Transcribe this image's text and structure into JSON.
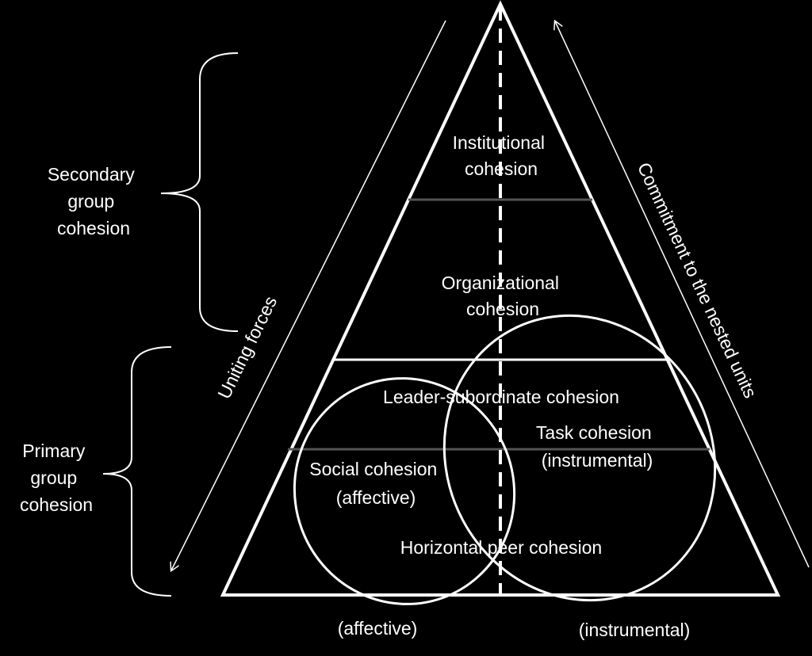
{
  "colors": {
    "background": "#000000",
    "line": "#ffffff",
    "faint_line": "#555555"
  },
  "left_labels": {
    "secondary": [
      "Secondary",
      "group",
      "cohesion"
    ],
    "primary": [
      "Primary",
      "group",
      "cohesion"
    ]
  },
  "side_labels": {
    "uniting": "Uniting forces",
    "commitment": "Commitment to the nested units"
  },
  "levels": {
    "institutional": [
      "Institutional",
      "cohesion"
    ],
    "organizational": [
      "Organizational",
      "cohesion"
    ],
    "leader": "Leader-subordinate cohesion",
    "task": [
      "Task cohesion",
      "(instrumental)"
    ],
    "social": [
      "Social cohesion",
      "(affective)"
    ],
    "horizontal": "Horizontal peer cohesion"
  },
  "bottom_labels": {
    "affective": "(affective)",
    "instrumental": "(instrumental)"
  }
}
